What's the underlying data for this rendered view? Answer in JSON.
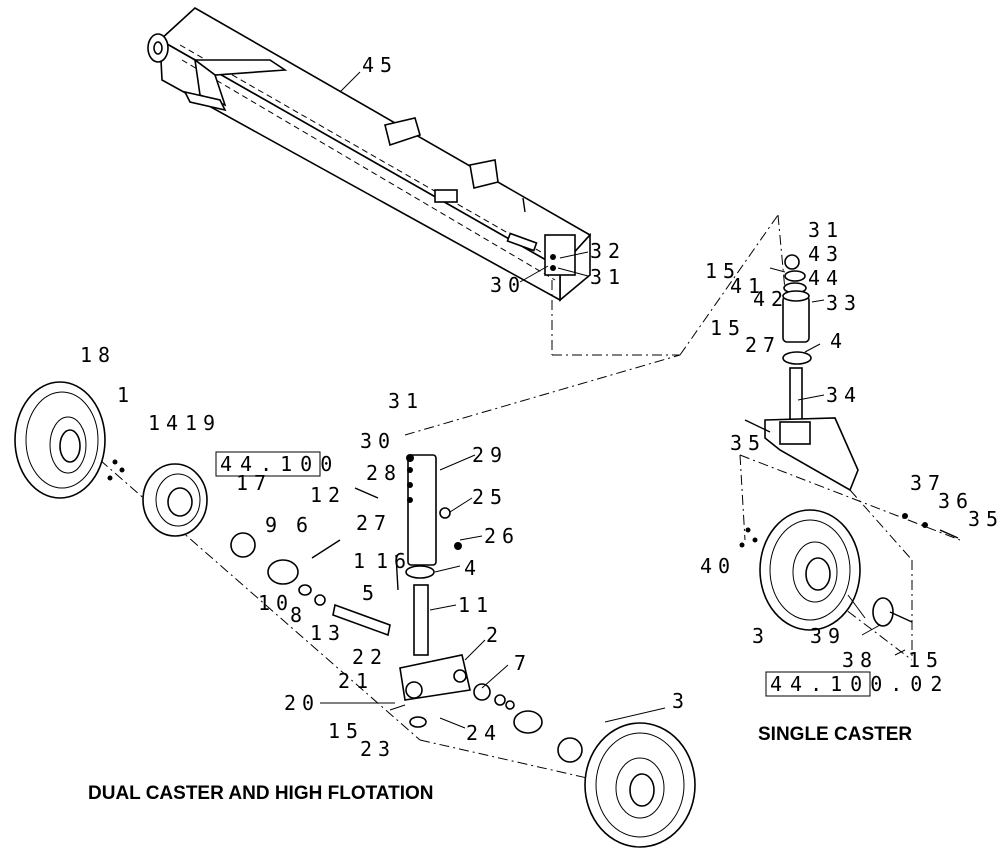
{
  "captions": {
    "dual": "DUAL CASTER AND HIGH FLOTATION",
    "single": "SINGLE CASTER"
  },
  "references": {
    "dual_ref": "44.100",
    "single_ref": "44.100.02"
  },
  "callouts": {
    "c45": "45",
    "c32": "32",
    "c31a": "31",
    "c30a": "30",
    "c31b": "31",
    "c43": "43",
    "c15a": "15",
    "c44": "44",
    "c41a": "41",
    "c42": "42",
    "c33": "33",
    "c15b": "15",
    "c27a": "27",
    "c4a": "4",
    "c34": "34",
    "c35a": "35",
    "c37": "37",
    "c36": "36",
    "c35b": "35",
    "c40": "40",
    "c3a": "3",
    "c39": "39",
    "c38": "38",
    "c15c": "15",
    "c18": "18",
    "c1a": "1",
    "c14": "14",
    "c19": "19",
    "c17": "17",
    "c31c": "31",
    "c30b": "30",
    "c29": "29",
    "c28": "28",
    "c12": "12",
    "c25": "25",
    "c27b": "27",
    "c26": "26",
    "c6": "6",
    "c9": "9",
    "c1b": "1",
    "c16": "16",
    "c4b": "4",
    "c5": "5",
    "c10": "10",
    "c8": "8",
    "c11": "11",
    "c13": "13",
    "c2": "2",
    "c22": "22",
    "c7": "7",
    "c21": "21",
    "c20": "20",
    "c15d": "15",
    "c24": "24",
    "c23": "23",
    "c3b": "3"
  }
}
